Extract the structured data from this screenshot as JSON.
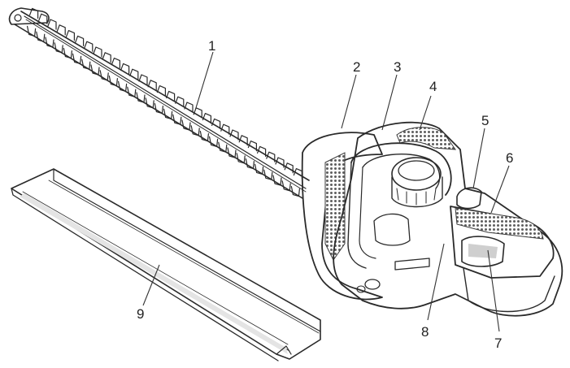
{
  "figure": {
    "callouts": [
      {
        "id": "1",
        "label": "1"
      },
      {
        "id": "2",
        "label": "2"
      },
      {
        "id": "3",
        "label": "3"
      },
      {
        "id": "4",
        "label": "4"
      },
      {
        "id": "5",
        "label": "5"
      },
      {
        "id": "6",
        "label": "6"
      },
      {
        "id": "7",
        "label": "7"
      },
      {
        "id": "8",
        "label": "8"
      },
      {
        "id": "9",
        "label": "9"
      }
    ],
    "colors": {
      "line": "#2a2a2a",
      "mesh": "#6b6b6b",
      "shade": "#d9d9d9",
      "background": "#ffffff"
    }
  }
}
